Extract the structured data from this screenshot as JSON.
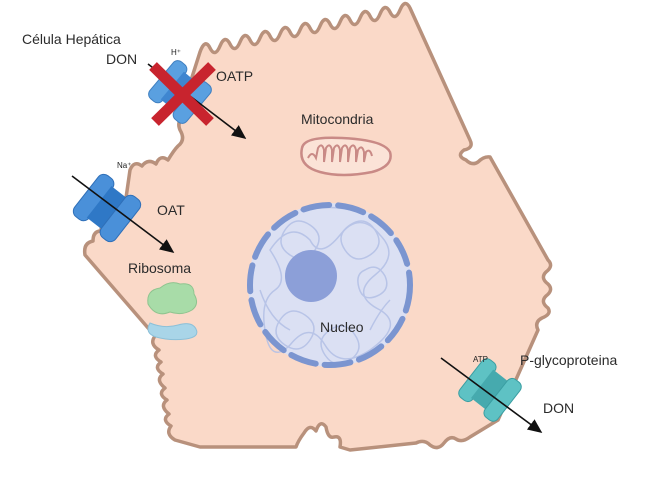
{
  "title": "Célula Hepática",
  "labels": {
    "don_in": "DON",
    "h_ion": "H⁺",
    "oatp": "OATP",
    "na_ion": "Na⁺",
    "oat": "OAT",
    "mitochondria": "Mitocondria",
    "ribosome": "Ribosoma",
    "nucleus": "Nucleo",
    "atp": "ATP",
    "pgp": "P-glycoproteina",
    "don_out": "DON"
  },
  "transporters": [
    {
      "name": "OATP",
      "ion": "H⁺",
      "blocked": true,
      "direction": "influx"
    },
    {
      "name": "OAT",
      "ion": "Na⁺",
      "blocked": false,
      "direction": "influx"
    },
    {
      "name": "P-glycoproteina",
      "ion": "ATP",
      "blocked": false,
      "direction": "efflux"
    }
  ],
  "colors": {
    "cytoplasm": "#fad9c8",
    "membrane": "#b8917c",
    "oatp": "#5aa0e0",
    "oat": "#4a90d9",
    "pgp": "#5ec2c4",
    "block": "#c8242e",
    "nucleus_fill": "#dbe0f3",
    "nucleus_env": "#7b95d0",
    "nucleolus": "#8c9fd8",
    "mito": "#c98a86",
    "ribo_top": "#a8dca8",
    "ribo_bottom": "#a9d5e8"
  }
}
